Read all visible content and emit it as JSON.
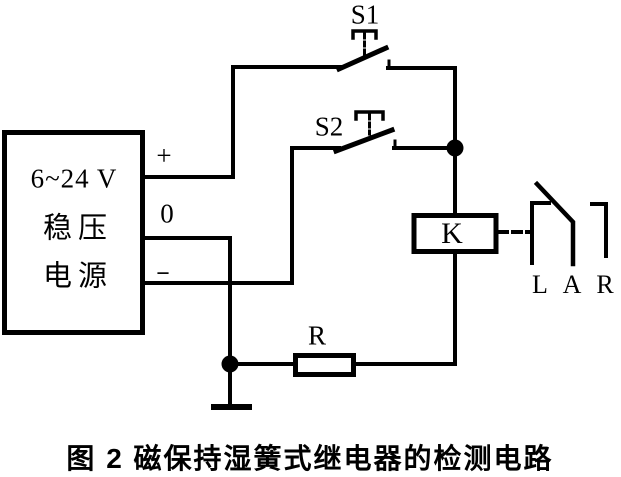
{
  "caption": "图 2 磁保持湿簧式继电器的检测电路",
  "power_supply": {
    "line1": "6~24 V",
    "line2": "稳压",
    "line3": "电源",
    "terminal_positive": "+",
    "terminal_zero": "0",
    "terminal_negative": "−"
  },
  "switches": {
    "s1": "S1",
    "s2": "S2"
  },
  "components": {
    "relay_coil": "K",
    "resistor": "R"
  },
  "reed_contacts": {
    "left": "L",
    "armature": "A",
    "right": "R"
  },
  "colors": {
    "ink": "#000000",
    "background": "#ffffff"
  }
}
